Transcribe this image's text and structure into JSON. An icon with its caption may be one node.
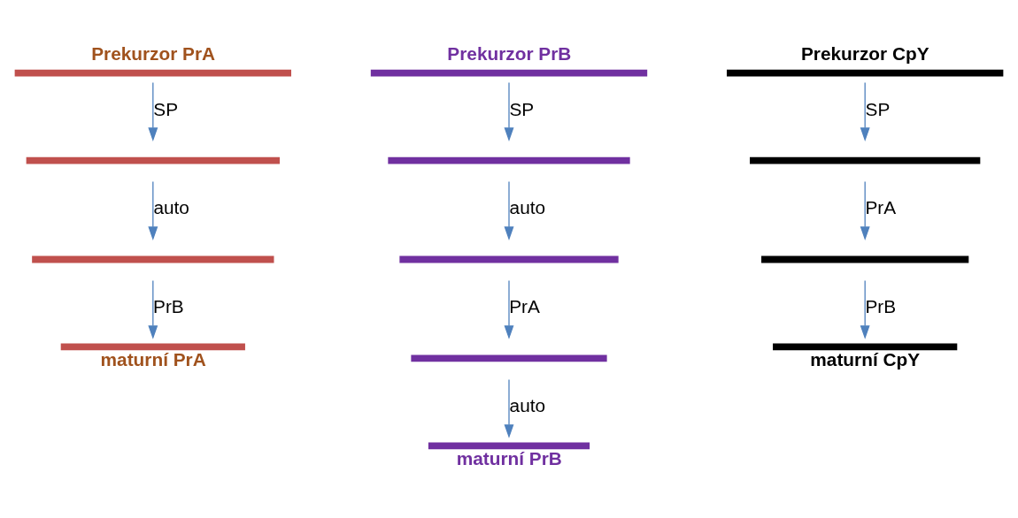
{
  "diagram": {
    "nodes": [
      {
        "text": [],
        "shape": "bar",
        "beside": [
          "Prekurzor PrA"
        ]
      },
      {
        "text": [],
        "shape": "bar"
      },
      {
        "text": [],
        "shape": "bar"
      },
      {
        "text": [],
        "shape": "bar",
        "beside": [
          "maturní PrA"
        ]
      },
      {
        "text": [],
        "shape": "bar",
        "beside": [
          "Prekurzor PrB"
        ]
      },
      {
        "text": [],
        "shape": "bar"
      },
      {
        "text": [],
        "shape": "bar"
      },
      {
        "text": [],
        "shape": "bar"
      },
      {
        "text": [],
        "shape": "bar",
        "beside": [
          "maturní PrB"
        ]
      },
      {
        "text": [],
        "shape": "bar",
        "beside": [
          "Prekurzor CpY"
        ]
      },
      {
        "text": [],
        "shape": "bar"
      },
      {
        "text": [],
        "shape": "bar"
      },
      {
        "text": [],
        "shape": "bar",
        "beside": [
          "maturní CpY"
        ]
      }
    ],
    "edges": [
      {
        "from": 0,
        "to": 1,
        "arrow": "to",
        "label": "SP"
      },
      {
        "from": 1,
        "to": 2,
        "arrow": "to",
        "label": "auto"
      },
      {
        "from": 2,
        "to": 3,
        "arrow": "to",
        "label": "PrB"
      },
      {
        "from": 4,
        "to": 5,
        "arrow": "to",
        "label": "SP"
      },
      {
        "from": 5,
        "to": 6,
        "arrow": "to",
        "label": "auto"
      },
      {
        "from": 6,
        "to": 7,
        "arrow": "to",
        "label": "PrA"
      },
      {
        "from": 7,
        "to": 8,
        "arrow": "to",
        "label": "auto"
      },
      {
        "from": 9,
        "to": 10,
        "arrow": "to",
        "label": "SP"
      },
      {
        "from": 10,
        "to": 11,
        "arrow": "to",
        "label": "PrA"
      },
      {
        "from": 11,
        "to": 12,
        "arrow": "to",
        "label": "PrB"
      }
    ]
  }
}
